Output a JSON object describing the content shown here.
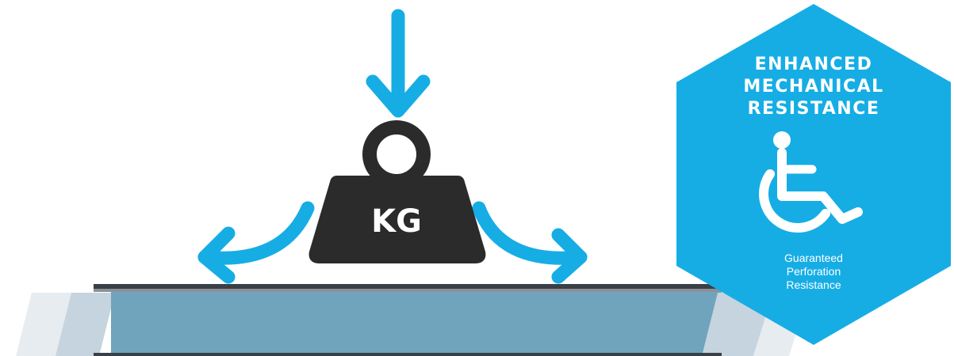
{
  "weight": {
    "label": "KG"
  },
  "badge": {
    "title_lines": [
      "ENHANCED",
      "MECHANICAL",
      "RESISTANCE"
    ],
    "subtitle_lines": [
      "Guaranteed",
      "Perforation",
      "Resistance"
    ],
    "icon": "wheelchair-icon"
  },
  "colors": {
    "accent": "#16ADE5",
    "weight": "#2B2B2B",
    "membrane": "#6FA4BC",
    "membrane_light": "#C5D4DE",
    "membrane_lighter": "#E7ECF0",
    "membrane_edge": "#3A4047"
  }
}
